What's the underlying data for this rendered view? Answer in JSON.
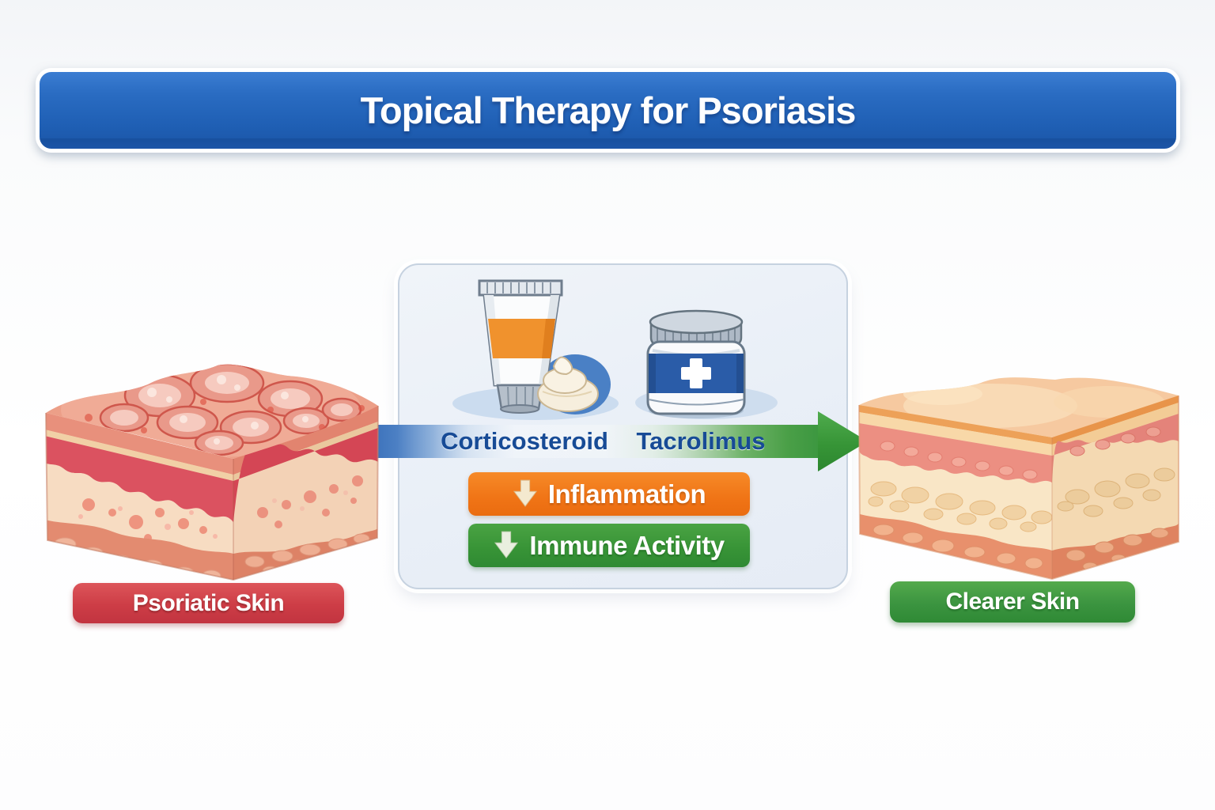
{
  "header": {
    "title": "Topical Therapy for Psoriasis"
  },
  "flow": {
    "left_label": "Psoriatic Skin",
    "right_label": "Clearer Skin",
    "direction": "left-to-right"
  },
  "panel": {
    "treatments": [
      {
        "name": "Corticosteroid",
        "icon": "cream-tube-icon"
      },
      {
        "name": "Tacrolimus",
        "icon": "ointment-jar-icon"
      }
    ],
    "effects": [
      {
        "label": "Inflammation",
        "direction": "down",
        "color": "#f07416"
      },
      {
        "label": "Immune Activity",
        "direction": "down",
        "color": "#379336"
      }
    ]
  },
  "colors": {
    "header_blue": "#1f5fb4",
    "label_text_blue": "#174b96",
    "psoriatic_chip_red": "#cd3d46",
    "clearer_chip_green": "#3b9440",
    "arrow_blue": "#3a70ba",
    "arrow_green": "#3c9740",
    "banner_orange": "#f07416",
    "banner_green": "#379336",
    "panel_background": "#e9eff7"
  }
}
